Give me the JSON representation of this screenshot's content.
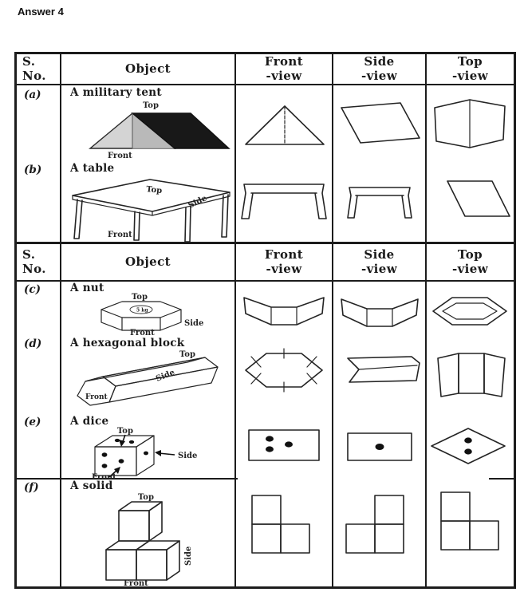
{
  "title": "Answer 4",
  "colors": {
    "ink": "#1c1c1c",
    "paper": "#ffffff",
    "tent_front_face": "#d4d4d4",
    "tent_roof": "#181818"
  },
  "header": {
    "sno": "S.\nNo.",
    "object": "Object",
    "front": "Front\n-view",
    "side": "Side\n-view",
    "top": "Top\n-view"
  },
  "rows": {
    "a": {
      "no": "(a)",
      "title": "A military tent",
      "top_label": "Top",
      "front_label": "Front",
      "views": {
        "front": "triangle with vertical centre line",
        "side": "parallelogram",
        "top": "two rectangles joined at ridge"
      }
    },
    "b": {
      "no": "(b)",
      "title": "A table",
      "top_label": "Top",
      "side_label": "Side",
      "front_label": "Front",
      "views": {
        "front": "table outline with two legs (wide)",
        "side": "table outline with two legs (narrow)",
        "top": "parallelogram"
      }
    },
    "c": {
      "no": "(c)",
      "title": "A nut",
      "engraving": "5 kg",
      "top_label": "Top",
      "side_label": "Side",
      "front_label": "Front",
      "views": {
        "front": "rectangle with two upturned side facets",
        "side": "rectangle with two upturned side facets",
        "top": "hexagon inside hexagon"
      }
    },
    "d": {
      "no": "(d)",
      "title": "A hexagonal block",
      "top_label": "Top",
      "side_label": "Side",
      "front_label": "Front",
      "views": {
        "front": "hexagon with edge tick marks",
        "side": "long bar with notched end",
        "top": "three joined rectangular facets"
      }
    },
    "e": {
      "no": "(e)",
      "title": "A dice",
      "top_label": "Top",
      "side_label": "Side",
      "front_label": "Front",
      "views": {
        "front_pips": 3,
        "side_pips": 1,
        "top_pips": 2,
        "front": "rectangle with 3 pips",
        "side": "rectangle with 1 pip",
        "top": "rhombus with 2 pips"
      }
    },
    "f": {
      "no": "(f)",
      "title": "A solid",
      "top_label": "Top",
      "side_label": "Side",
      "front_label": "Front",
      "views": {
        "front": "L-tromino, top square left",
        "side": "L-tromino, top square right",
        "top": "L-tromino, top square left"
      }
    }
  }
}
